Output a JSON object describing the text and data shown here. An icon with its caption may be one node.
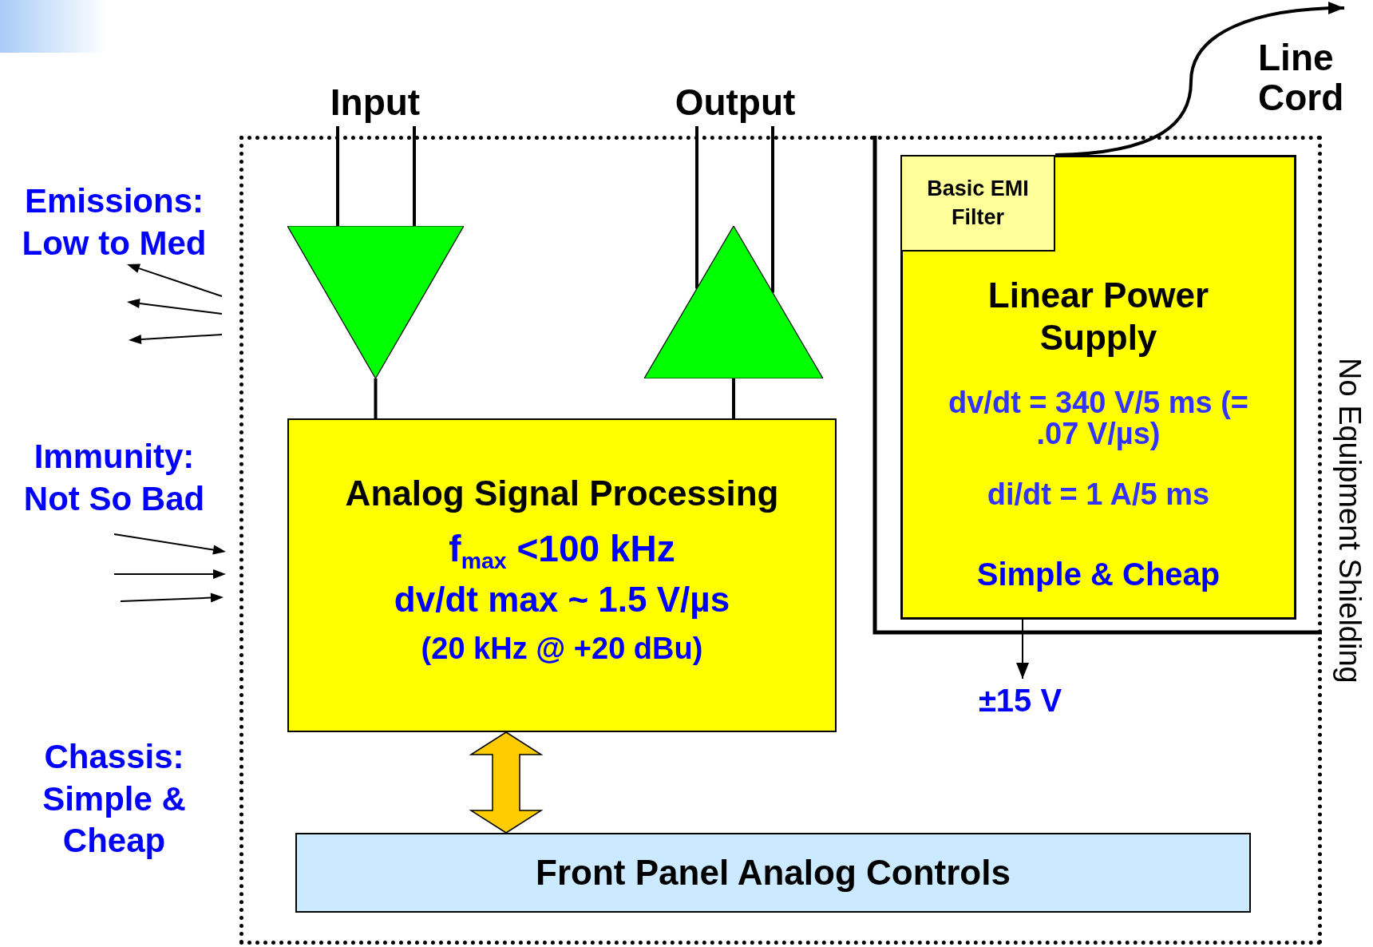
{
  "diagram": {
    "nodes": [
      {
        "text": [],
        "shape": "box"
      },
      {
        "text": [
          "Input"
        ]
      },
      {
        "text": [
          "Output"
        ]
      },
      {
        "text": [
          "Line Cord"
        ]
      },
      {
        "text": [],
        "shape": "triangle",
        "in": 0
      },
      {
        "text": [],
        "shape": "triangle",
        "in": 0
      },
      {
        "text": [
          "Analog Signal Processing",
          "f$_{max}$ <100 kHz",
          "dv/dt max ~ 1.5 V/µs",
          "(20 kHz @ +20 dBu)"
        ],
        "in": 0
      },
      {
        "text": [
          "Linear Power Supply",
          "dv/dt = 340 V/5 ms (= .07 V/µs)",
          "di/dt = 1 A/5 ms",
          "Simple & Cheap"
        ],
        "in": 0
      },
      {
        "text": [
          "Basic EMI Filter"
        ],
        "in": 7
      },
      {
        "text": [
          "±15 V"
        ],
        "in": 0
      },
      {
        "text": [
          "Front Panel Analog Controls"
        ],
        "in": 0
      }
    ],
    "edges": [
      {
        "from": 1,
        "to": 4,
        "arrow": "none"
      },
      {
        "from": 1,
        "to": 4,
        "arrow": "none"
      },
      {
        "from": 2,
        "to": 5,
        "arrow": "none"
      },
      {
        "from": 2,
        "to": 5,
        "arrow": "none"
      },
      {
        "from": 4,
        "to": 6,
        "arrow": "none"
      },
      {
        "from": 6,
        "to": 5,
        "arrow": "none"
      },
      {
        "from": 8,
        "to": 3,
        "arrow": "to"
      },
      {
        "from": 7,
        "to": 9,
        "arrow": "to"
      },
      {
        "from": 6,
        "to": 10,
        "arrow": "both",
        "style": "thick",
        "color": "#ffcc00"
      }
    ],
    "labels": [
      "Emissions: Low to Med",
      "Immunity: Not So Bad",
      "Chassis: Simple & Cheap",
      "No Equipment Shielding"
    ]
  }
}
